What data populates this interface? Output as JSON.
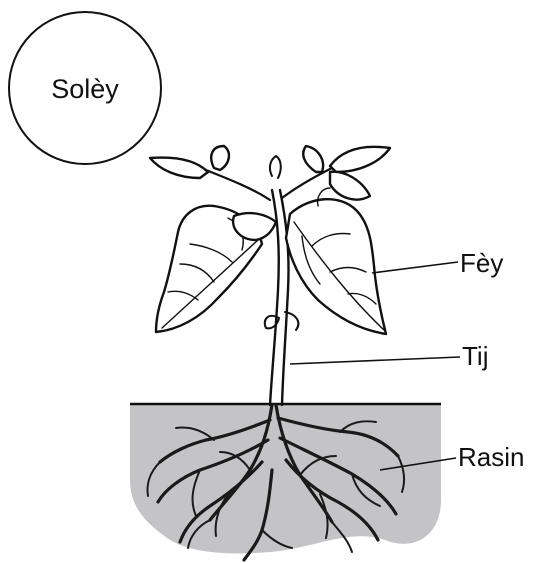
{
  "sun": {
    "label": "Solèy"
  },
  "labels": {
    "leaf": "Fèy",
    "stem": "Tij",
    "root": "Rasin"
  },
  "colors": {
    "soil": "#c4c4c6",
    "line": "#111111",
    "background": "#ffffff"
  }
}
